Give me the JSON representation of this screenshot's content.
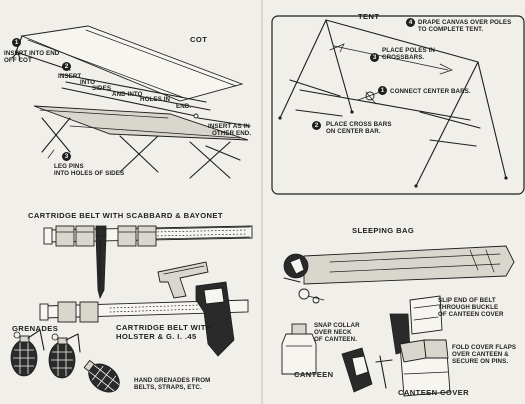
{
  "sections": {
    "cot": {
      "title": "COT",
      "steps": [
        {
          "number": "1",
          "text_line1": "INSERT INTO END",
          "text_line2": "OFF COT"
        },
        {
          "number": "2",
          "text_line1": "INSERT",
          "text_line2": "INTO",
          "text_line3": "SIDES",
          "text_line4": "AND INTO",
          "text_line5": "HOLES IN",
          "text_line6": "END."
        },
        {
          "number": "3",
          "text_line1": "LEG PINS",
          "text_line2": "INTO HOLES OF SIDES"
        }
      ],
      "note_line1": "INSERT AS IN",
      "note_line2": "OTHER END."
    },
    "tent": {
      "title": "TENT",
      "steps": [
        {
          "number": "1",
          "text": "CONNECT CENTER BARS."
        },
        {
          "number": "2",
          "text_line1": "PLACE CROSS BARS",
          "text_line2": "ON CENTER BAR."
        },
        {
          "number": "3",
          "text_line1": "PLACE POLES IN",
          "text_line2": "CROSSBARS."
        },
        {
          "number": "4",
          "text_line1": "DRAPE CANVAS OVER POLES",
          "text_line2": "TO COMPLETE TENT."
        }
      ]
    },
    "cartridge_belt": {
      "title": "CARTRIDGE BELT WITH SCABBARD & BAYONET"
    },
    "sleeping_bag": {
      "title": "SLEEPING BAG"
    },
    "holster_belt": {
      "title_line1": "CARTRIDGE BELT WITH",
      "title_line2": "HOLSTER & G. I. .45"
    },
    "grenades": {
      "title": "GRENADES",
      "caption_line1": "HAND GRENADES FROM",
      "caption_line2": "BELTS, STRAPS, ETC."
    },
    "canteen": {
      "title": "CANTEEN",
      "caption_line1": "SNAP COLLAR",
      "caption_line2": "OVER NECK",
      "caption_line3": "OF CANTEEN."
    },
    "canteen_cover": {
      "title": "CANTEEN COVER",
      "caption1_line1": "SLIP END OF BELT",
      "caption1_line2": "THROUGH BUCKLE",
      "caption1_line3": "OF CANTEEN COVER",
      "caption2_line1": "FOLD COVER FLAPS",
      "caption2_line2": "OVER CANTEEN &",
      "caption2_line3": "SECURE ON PINS."
    }
  },
  "colors": {
    "paper": "#f1efea",
    "ink": "#1e1e1e"
  }
}
